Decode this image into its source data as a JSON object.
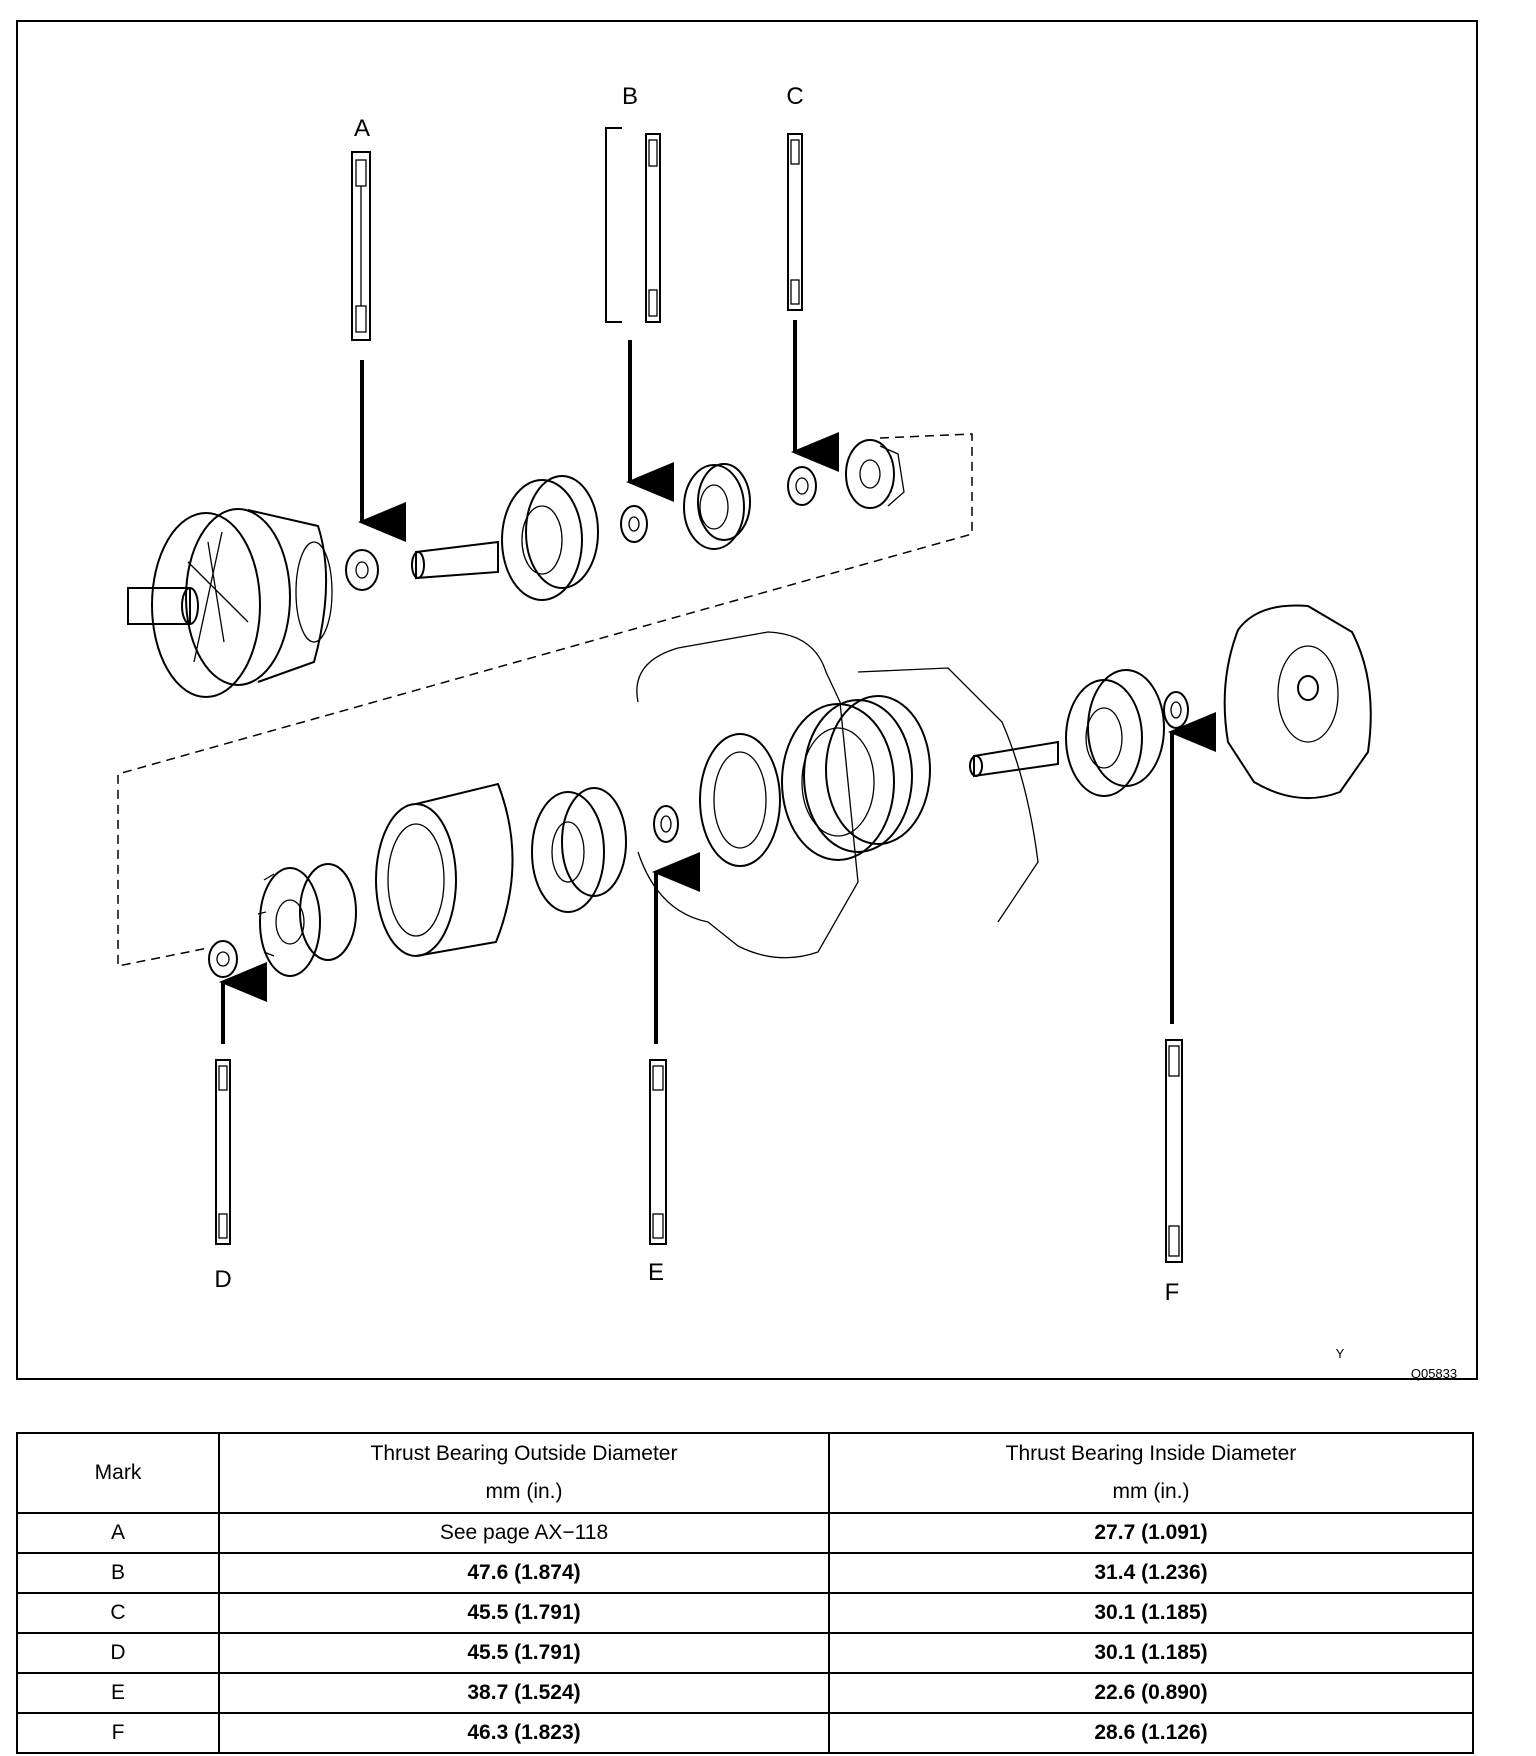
{
  "figure": {
    "marks": [
      "A",
      "B",
      "C",
      "D",
      "E",
      "F"
    ],
    "corner_code": "Y",
    "figure_id": "Q05833"
  },
  "table": {
    "headers": {
      "mark": "Mark",
      "outside": "Thrust Bearing Outside Diameter",
      "outside_unit": "mm (in.)",
      "inside": "Thrust Bearing Inside Diameter",
      "inside_unit": "mm (in.)"
    },
    "rows": [
      {
        "mark": "A",
        "outside": "See page AX−118",
        "inside": "27.7 (1.091)"
      },
      {
        "mark": "B",
        "outside": "47.6 (1.874)",
        "inside": "31.4 (1.236)"
      },
      {
        "mark": "C",
        "outside": "45.5 (1.791)",
        "inside": "30.1 (1.185)"
      },
      {
        "mark": "D",
        "outside": "45.5 (1.791)",
        "inside": "30.1 (1.185)"
      },
      {
        "mark": "E",
        "outside": "38.7 (1.524)",
        "inside": "22.6 (0.890)"
      },
      {
        "mark": "F",
        "outside": "46.3 (1.823)",
        "inside": "28.6 (1.126)"
      }
    ]
  }
}
